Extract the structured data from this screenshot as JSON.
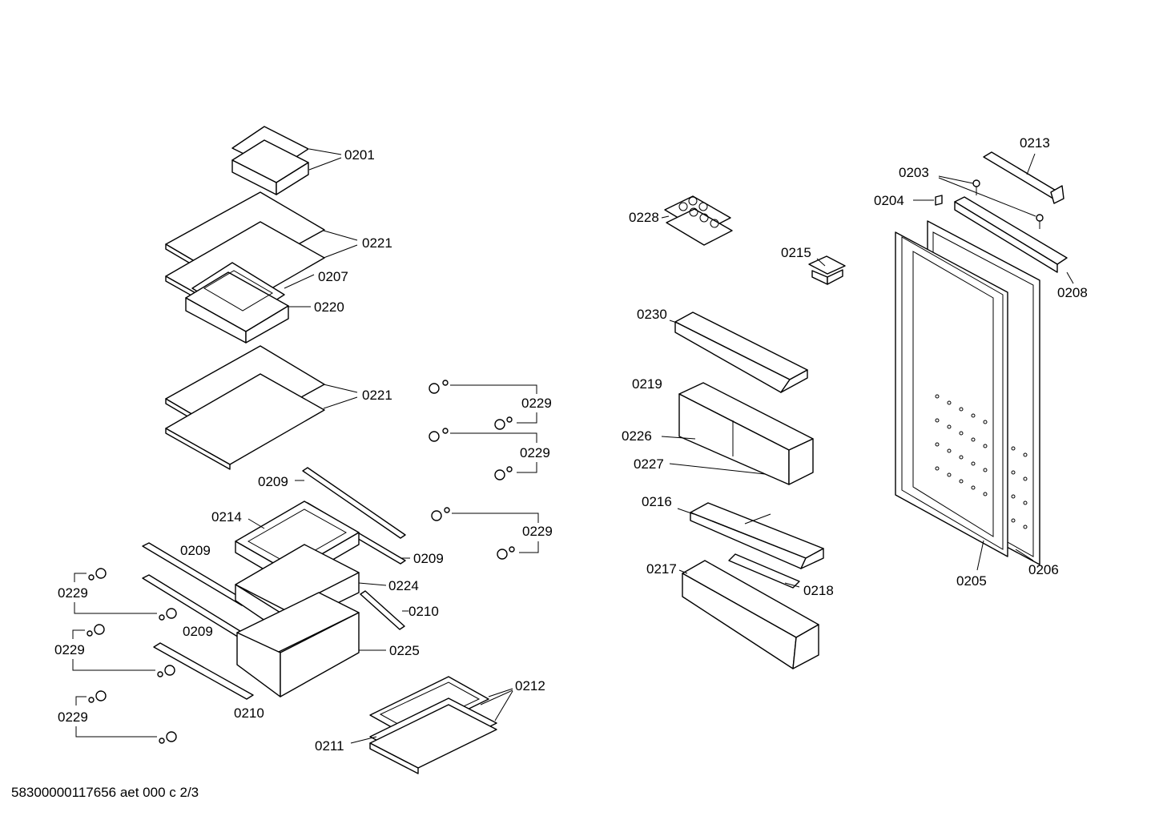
{
  "labels": {
    "p0201": "0201",
    "p0221_a": "0221",
    "p0207": "0207",
    "p0220": "0220",
    "p0221_b": "0221",
    "p0229_r1": "0229",
    "p0229_r2": "0229",
    "p0229_r3": "0229",
    "p0209_a": "0209",
    "p0214": "0214",
    "p0209_b": "0209",
    "p0209_c": "0209",
    "p0224": "0224",
    "p0210_a": "0210",
    "p0225": "0225",
    "p0210_b": "0210",
    "p0229_l1": "0229",
    "p0229_l2": "0229",
    "p0229_l3": "0229",
    "p0212": "0212",
    "p0211": "0211",
    "p0228": "0228",
    "p0215": "0215",
    "p0230": "0230",
    "p0219": "0219",
    "p0226": "0226",
    "p0227": "0227",
    "p0216": "0216",
    "p0217": "0217",
    "p0218": "0218",
    "p0213": "0213",
    "p0203": "0203",
    "p0204": "0204",
    "p0208": "0208",
    "p0205": "0205",
    "p0206": "0206"
  },
  "footer": "58300000117656 aet 000 c 2/3"
}
